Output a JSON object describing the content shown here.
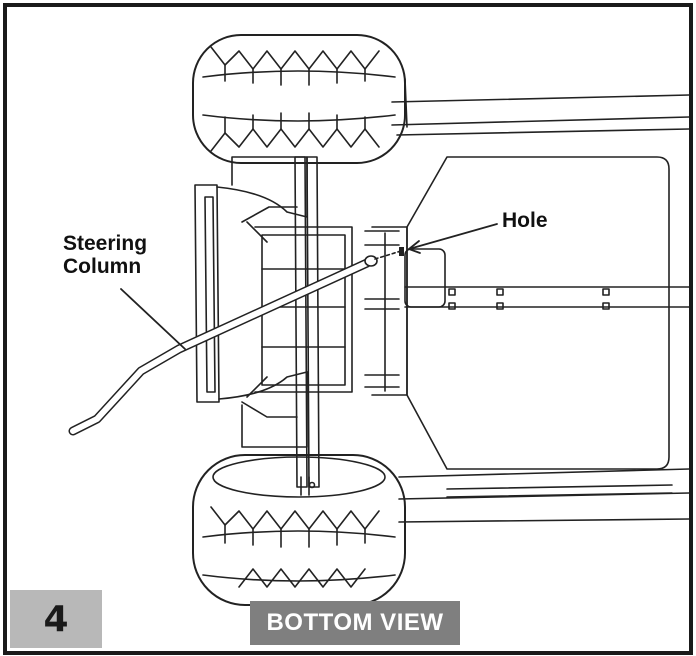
{
  "step": {
    "number": "4"
  },
  "view_label": "BOTTOM VIEW",
  "callouts": {
    "steering_column_line1": "Steering",
    "steering_column_line2": "Column",
    "hole": "Hole"
  },
  "colors": {
    "frame": "#1a1a1a",
    "step_box": "#b8b8b8",
    "view_box": "#7f7f7f",
    "line": "#222222"
  }
}
